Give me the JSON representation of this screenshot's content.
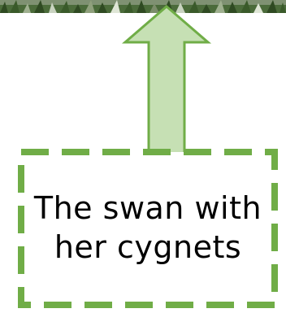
{
  "photo": {
    "subject": "grass-reeds-edge",
    "colors": [
      "#3a5a2a",
      "#7b8c6a",
      "#c9d3c0",
      "#2f4a22"
    ]
  },
  "arrow": {
    "direction": "up",
    "fill_color": "#c6e0b4",
    "stroke_color": "#70ad47"
  },
  "callout": {
    "text": "The swan with her cygnets",
    "border_color": "#70ad47",
    "border_style": "dashed"
  }
}
